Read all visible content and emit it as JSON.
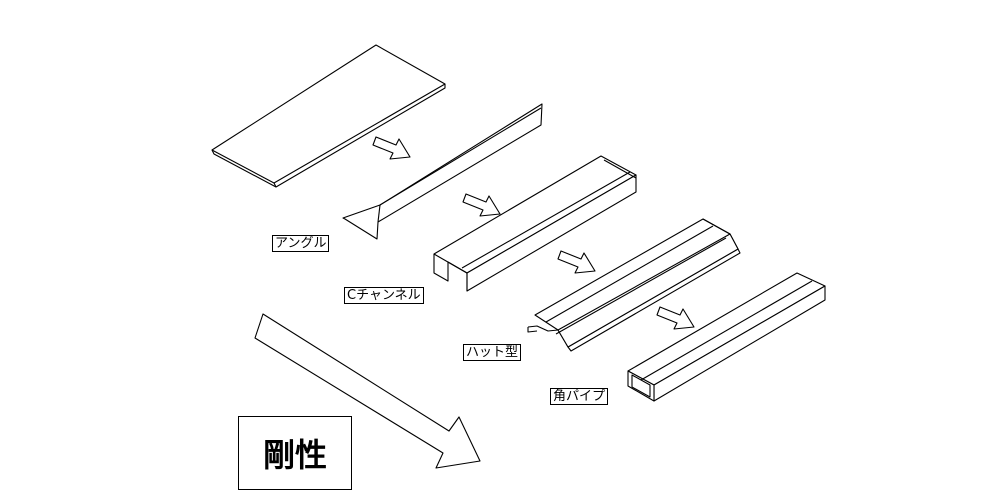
{
  "labels": {
    "angle": "アングル",
    "c_channel": "Cチャンネル",
    "hat": "ハット型",
    "square_pipe": "角パイプ"
  },
  "rigidity": "剛性",
  "colors": {
    "line": "#000000",
    "fill": "#ffffff"
  }
}
